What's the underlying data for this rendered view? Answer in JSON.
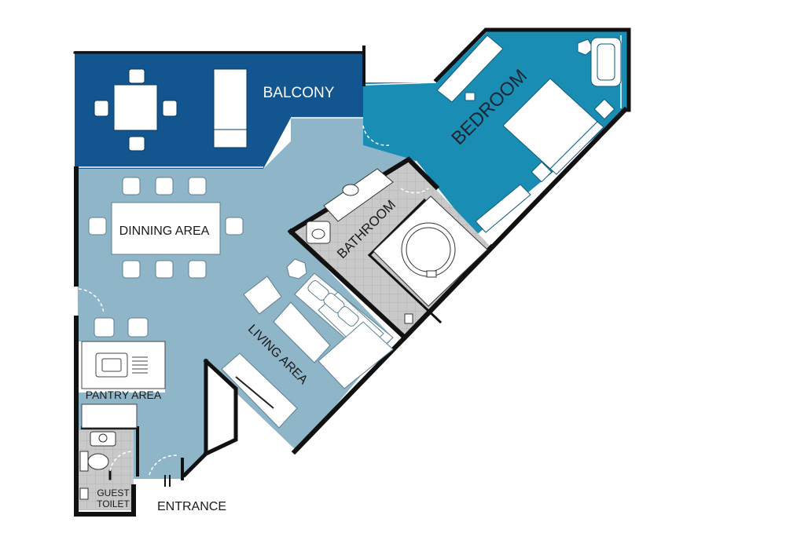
{
  "rooms": {
    "balcony": "BALCONY",
    "bedroom": "BEDROOM",
    "dinning": "DINNING AREA",
    "bathroom": "BATHROOM",
    "living": "LIVING AREA",
    "pantry": "PANTRY AREA",
    "guest_line1": "GUEST",
    "guest_line2": "TOILET",
    "entrance": "ENTRANCE"
  },
  "colors": {
    "balcony": "#12558f",
    "bedroom": "#1a8db5",
    "living": "#8fb5c8",
    "tile": "#c8c8c8",
    "wall": "#111111",
    "furniture": "#ffffff"
  }
}
